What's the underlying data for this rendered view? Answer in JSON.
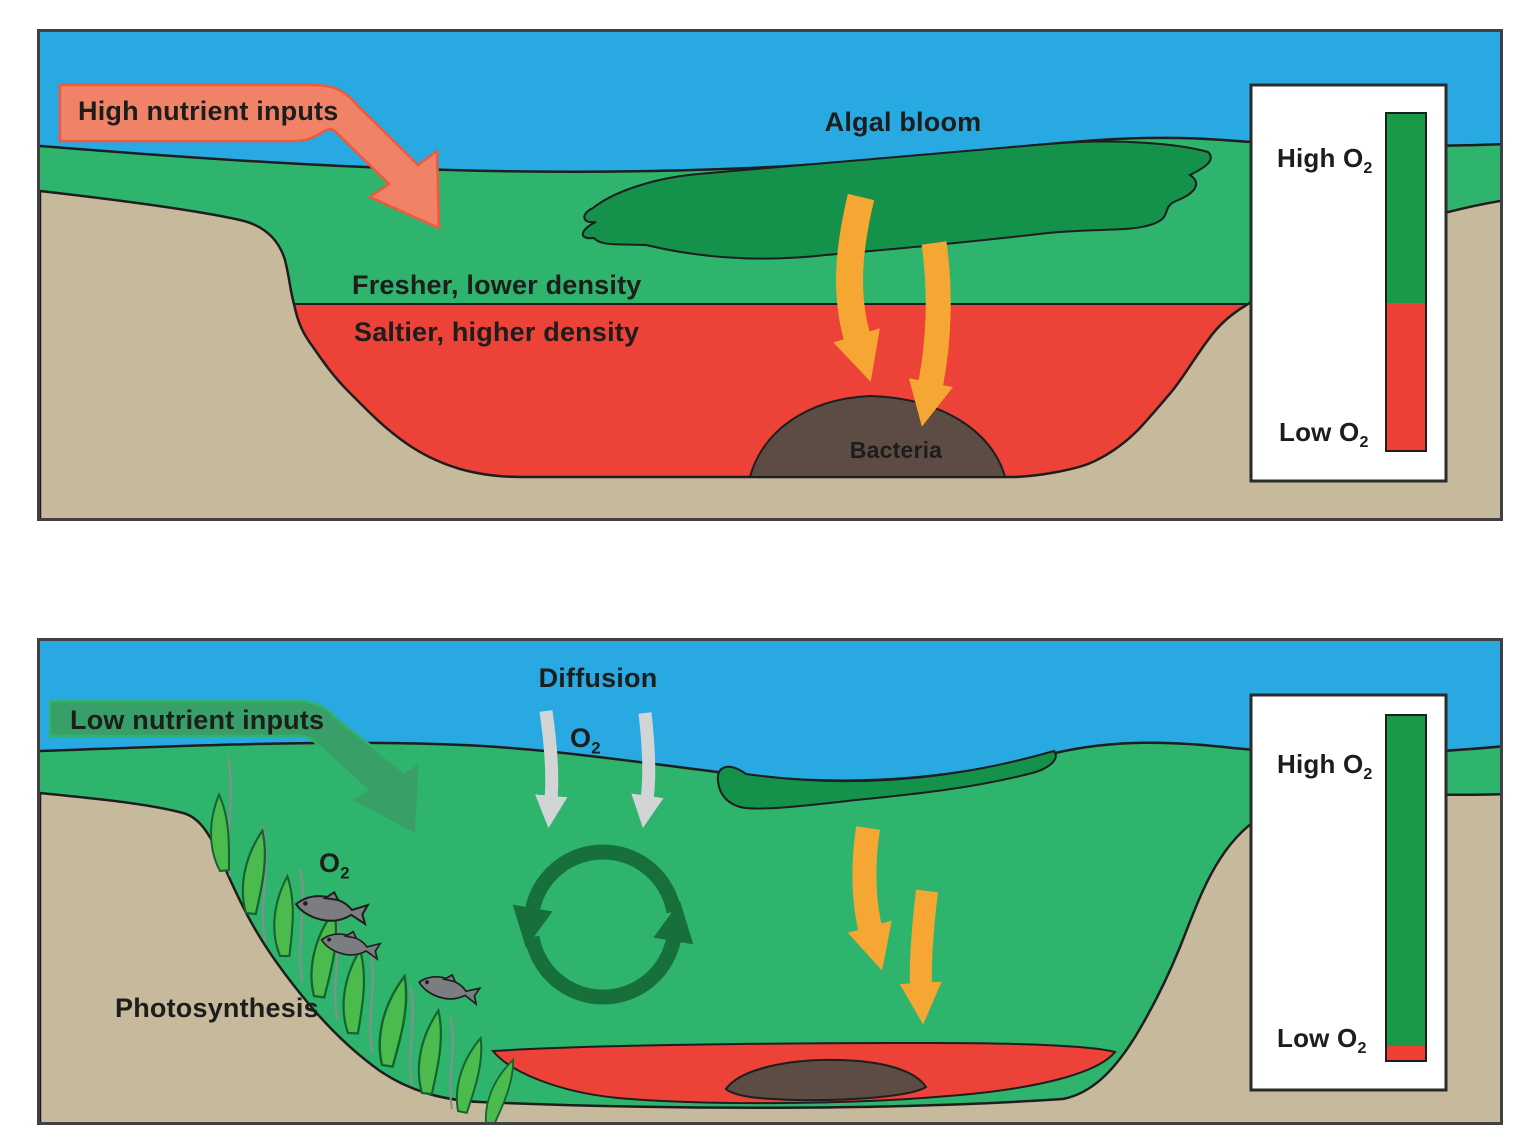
{
  "top_panel": {
    "nutrient_label": "High nutrient inputs",
    "algal_bloom_label": "Algal bloom",
    "fresh_layer_label": "Fresher, lower density",
    "salt_layer_label": "Saltier, higher density",
    "bacteria_label": "Bacteria",
    "legend": {
      "high_prefix": "High O",
      "low_prefix": "Low O",
      "sub": "2"
    }
  },
  "bottom_panel": {
    "nutrient_label": "Low nutrient inputs",
    "diffusion_label": "Diffusion",
    "o2_diffusion": {
      "prefix": "O",
      "sub": "2"
    },
    "o2_fish": {
      "prefix": "O",
      "sub": "2"
    },
    "photosynthesis_label": "Photosynthesis",
    "legend": {
      "high_prefix": "High O",
      "low_prefix": "Low O",
      "sub": "2"
    }
  },
  "colors": {
    "sky": "#29A9E1",
    "surface_water_green": "#2FB46E",
    "deep_water_red": "#EC4237",
    "land_tan": "#C6B99C",
    "algal_bloom_green": "#14914A",
    "bacteria_brown": "#5C4C43",
    "sinking_arrow_orange": "#F6A733",
    "high_nutrient_arrow_fill": "#F08267",
    "high_nutrient_arrow_stroke": "#F0593C",
    "low_nutrient_arrow_fill": "#379F67",
    "low_nutrient_arrow_stroke": "#2FB46E",
    "diffusion_arrow_gray": "#D2D4D5",
    "cycle_arrow_green": "#17703C",
    "plant_green": "#4CBB4E",
    "fish_gray": "#7B7D80",
    "legend_high_green": "#189A46",
    "legend_low_red": "#EE4035",
    "outline": "#1e1e1e"
  }
}
